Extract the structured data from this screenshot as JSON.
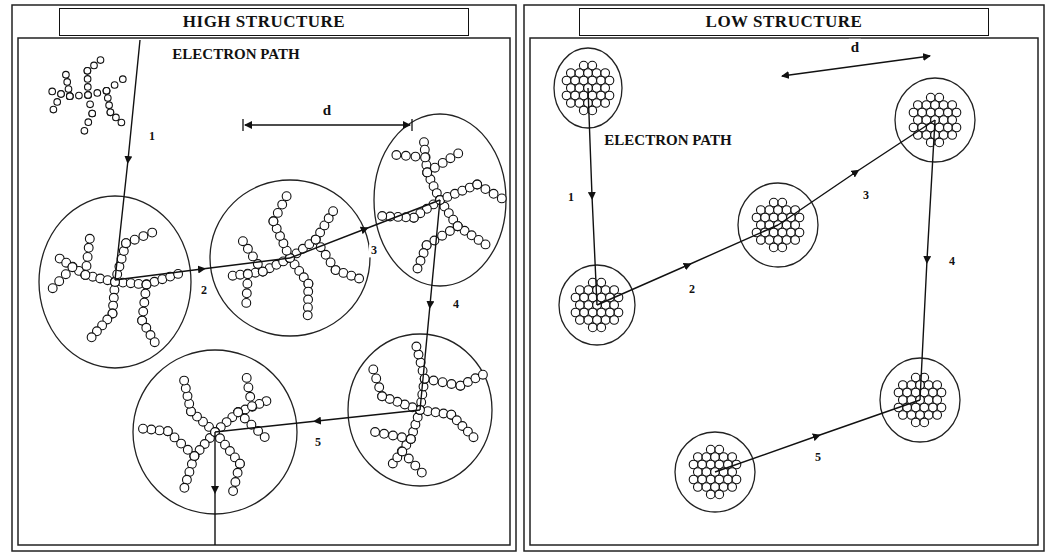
{
  "diagram": {
    "nodes": [
      {
        "text": [
          "HIGH STRUCTURE"
        ]
      },
      {
        "text": [
          "LOW STRUCTURE"
        ]
      }
    ],
    "labels": [
      "ELECTRON PATH",
      "1",
      "2",
      "3",
      "4",
      "5",
      "d",
      "ELECTRON PATH",
      "1",
      "2",
      "3",
      "4",
      "5",
      "d"
    ]
  }
}
